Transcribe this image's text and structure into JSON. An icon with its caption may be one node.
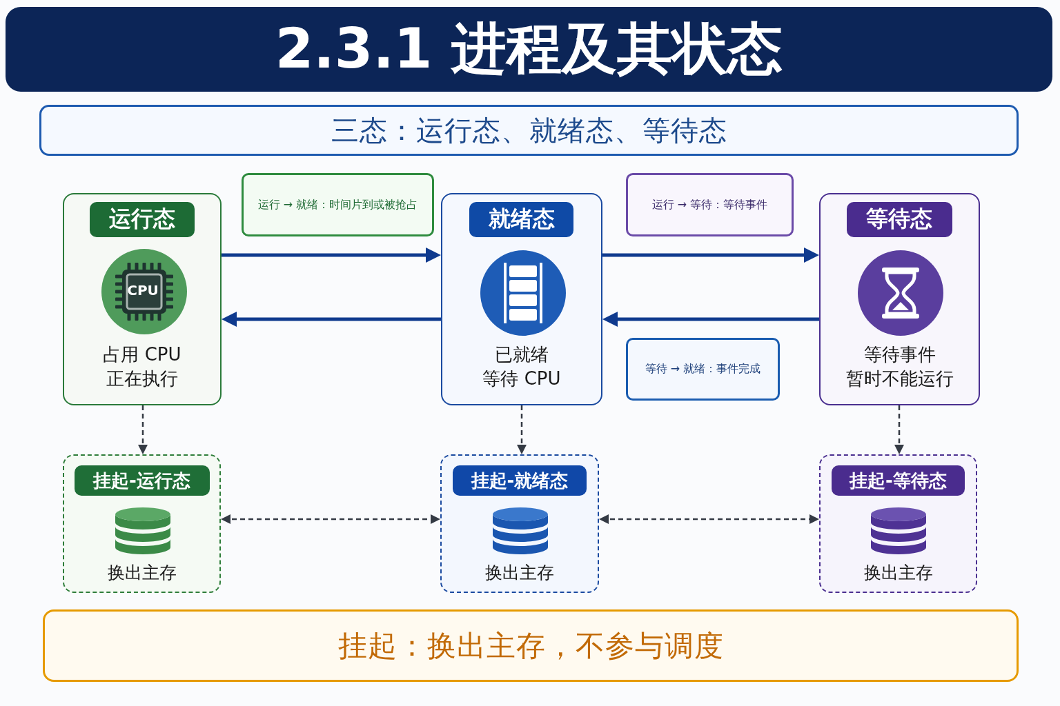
{
  "diagram": {
    "title": "2.3.1 进程及其状态",
    "nodes": [
      {
        "text": [
          "三态：运行态、就绪态、等待态"
        ]
      },
      {
        "text": [
          "运行态",
          "占用 CPU",
          "正在执行"
        ]
      },
      {
        "text": [
          "就绪态",
          "已就绪",
          "等待 CPU"
        ]
      },
      {
        "text": [
          "等待态",
          "等待事件",
          "暂时不能运行"
        ]
      },
      {
        "text": [
          "挂起-运行态",
          "换出主存"
        ]
      },
      {
        "text": [
          "挂起-就绪态",
          "换出主存"
        ]
      },
      {
        "text": [
          "挂起-等待态",
          "换出主存"
        ]
      },
      {
        "text": [
          "挂起：换出主存，不参与调度"
        ]
      }
    ],
    "edges": [
      {
        "from": 1,
        "to": 2,
        "arrow": "to",
        "label": "运行 → 就绪：时间片到或被抢占",
        "style": "thick",
        "color": "#0f3a8e"
      },
      {
        "from": 2,
        "to": 1,
        "arrow": "to",
        "style": "thick",
        "color": "#0f3a8e"
      },
      {
        "from": 2,
        "to": 3,
        "arrow": "to",
        "label": "运行 → 等待：等待事件",
        "style": "thick",
        "color": "#0f3a8e"
      },
      {
        "from": 3,
        "to": 2,
        "arrow": "to",
        "label": "等待 → 就绪：事件完成",
        "style": "thick",
        "color": "#0f3a8e"
      },
      {
        "from": 1,
        "to": 4,
        "arrow": "to",
        "style": "dashed"
      },
      {
        "from": 2,
        "to": 5,
        "arrow": "to",
        "style": "dashed"
      },
      {
        "from": 3,
        "to": 6,
        "arrow": "to",
        "style": "dashed"
      },
      {
        "from": 4,
        "to": 5,
        "arrow": "both",
        "style": "dashed"
      },
      {
        "from": 5,
        "to": 6,
        "arrow": "both",
        "style": "dashed"
      }
    ],
    "labels": [
      "CPU"
    ]
  }
}
